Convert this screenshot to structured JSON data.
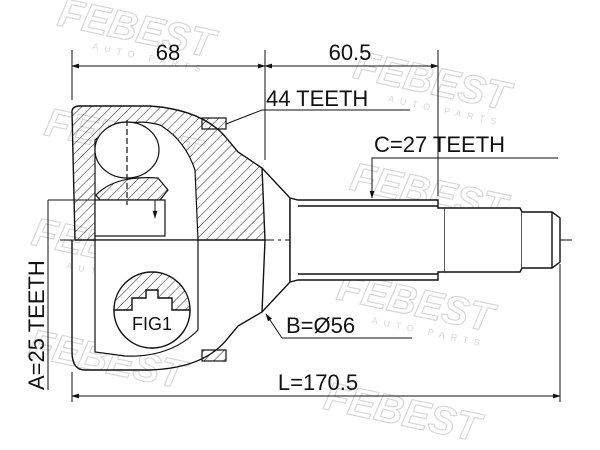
{
  "watermark": {
    "brand": "FEBEST",
    "sub": "AUTO PARTS"
  },
  "dimensions": {
    "outer_length": "68",
    "stem_length": "60.5",
    "total_length": "L=170.5",
    "outer_teeth": "44 TEETH",
    "shaft_teeth": "C=27 TEETH",
    "seal_diameter": "B=Ø56",
    "inner_teeth": "A=25 TEETH"
  },
  "figure_label": "FIG1"
}
